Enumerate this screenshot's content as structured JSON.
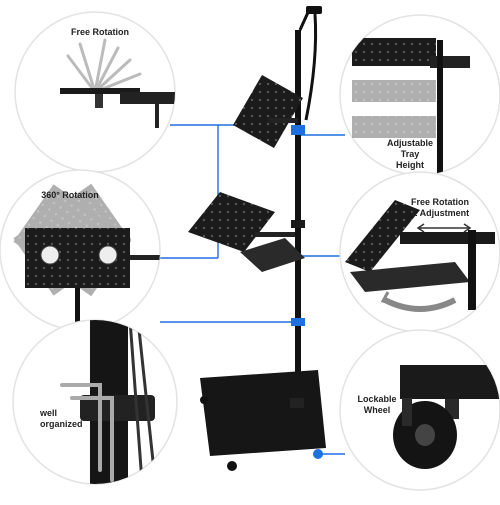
{
  "callouts": {
    "free_rotation": "Free Rotation",
    "rotation_360": "360° Rotation",
    "well_organized_line1": "well",
    "well_organized_line2": "organized",
    "adjustable_line1": "Adjustable",
    "adjustable_line2": "Tray",
    "adjustable_line3": "Height",
    "free_rotation_adj_line1": "Free Rotation",
    "free_rotation_adj_line2": "& Adjustment",
    "lockable_line1": "Lockable",
    "lockable_line2": "Wheel"
  },
  "colors": {
    "accent": "#1e6fe0",
    "stand": "#111111",
    "circle_border": "#e3e3e3"
  }
}
